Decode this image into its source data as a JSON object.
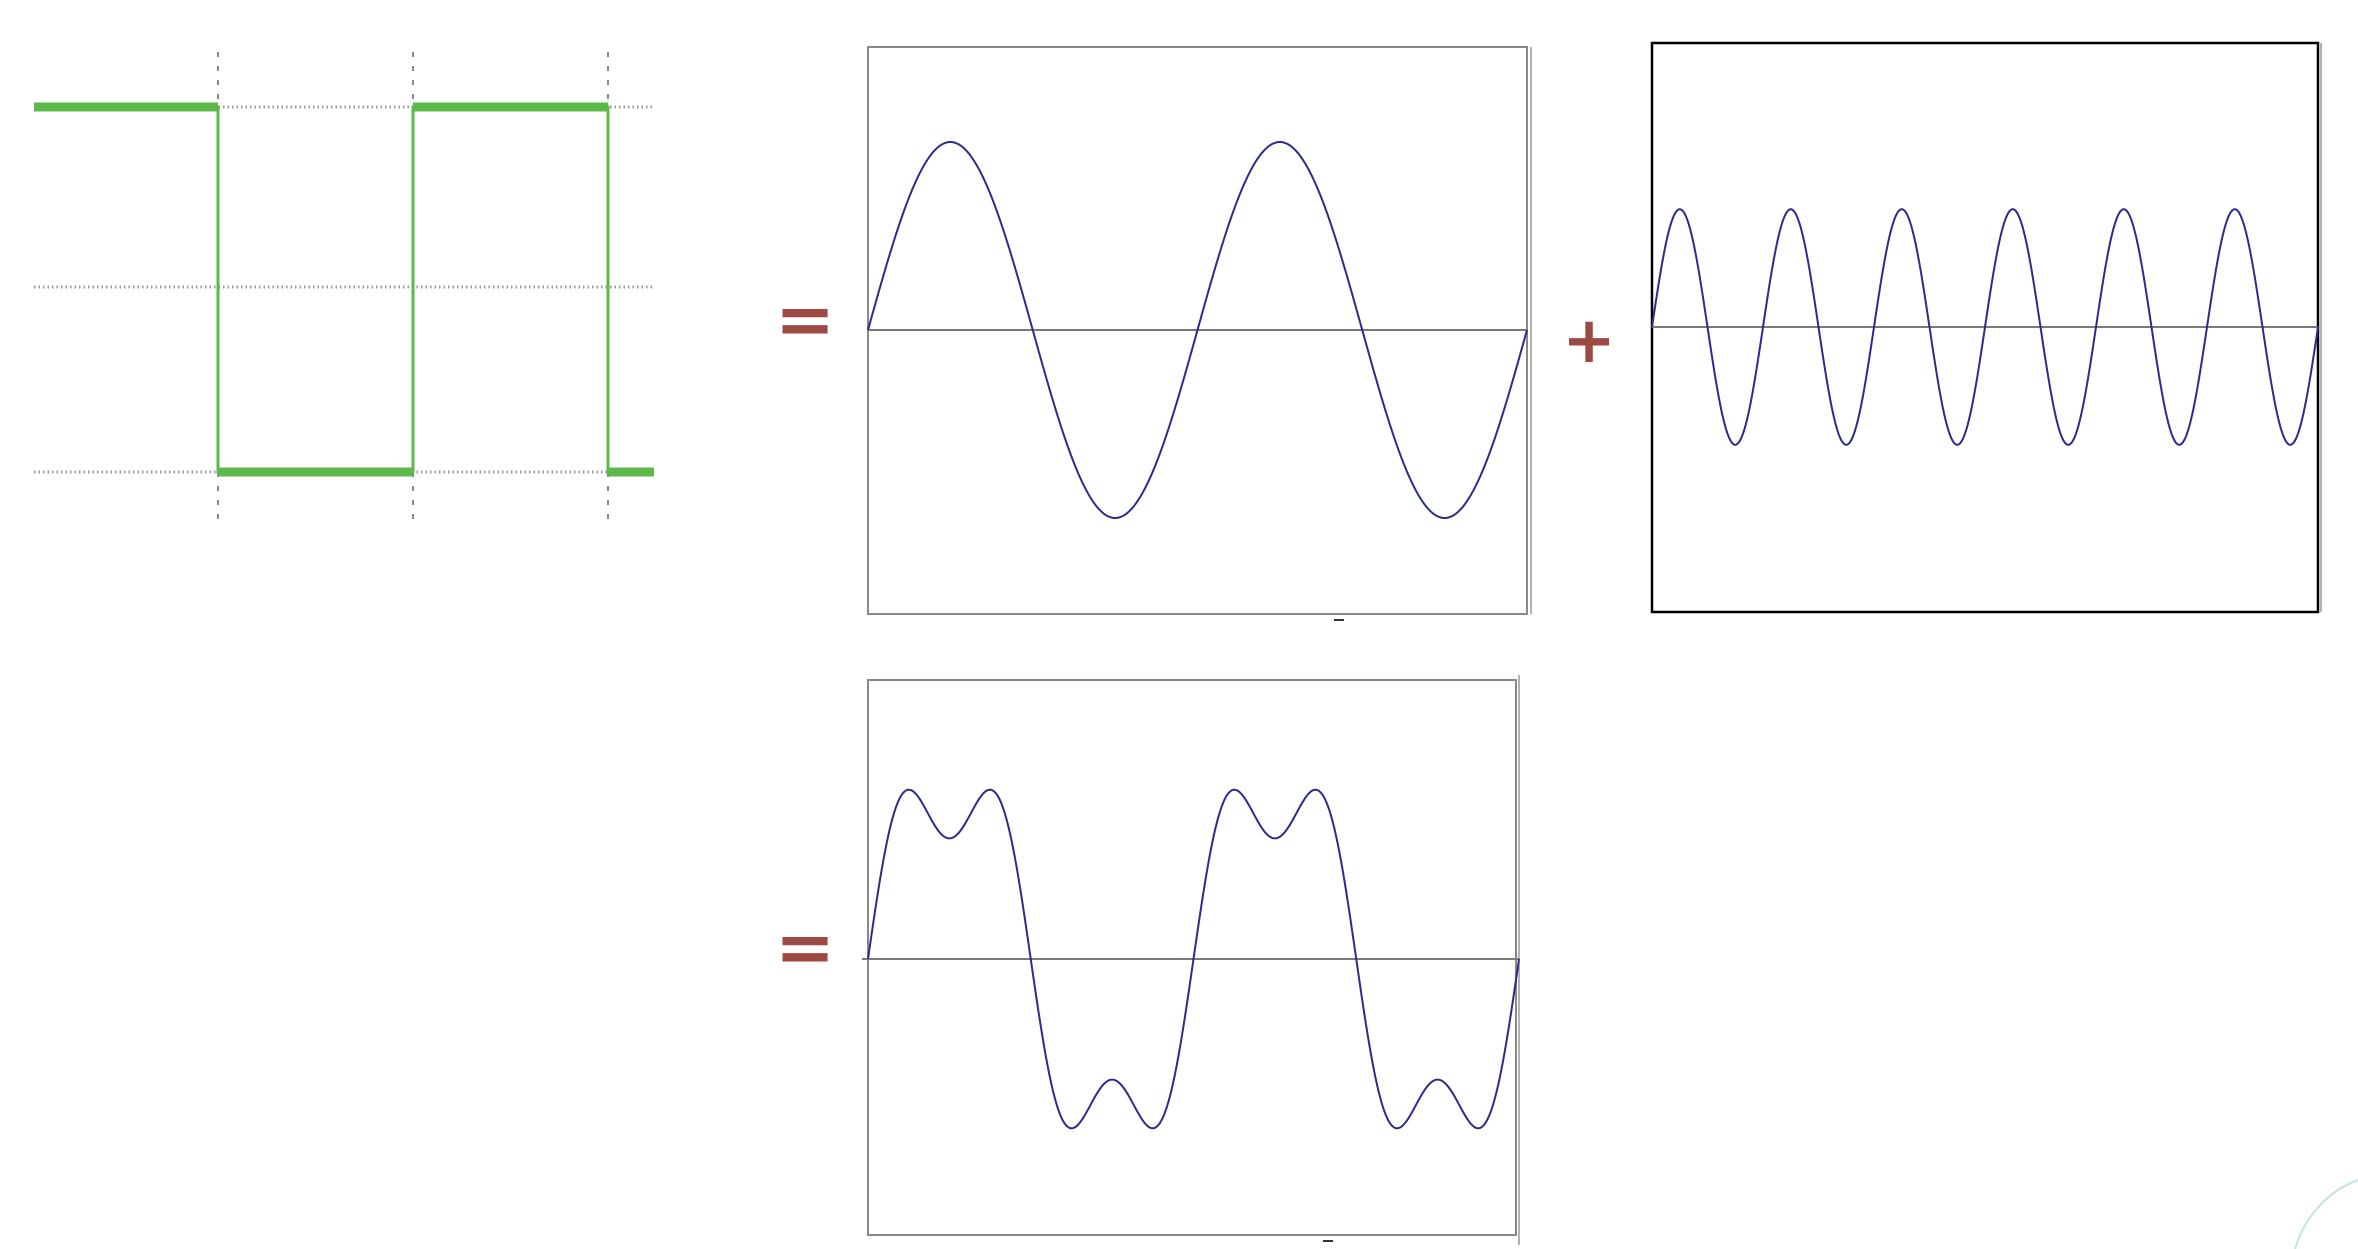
{
  "diagram": {
    "operators": [
      "=",
      "+",
      "="
    ],
    "colors": {
      "square_wave": "#5cb848",
      "sine": "#2c2c8a",
      "axis": "#7a7a7a",
      "frame": "#888888",
      "frame_dark": "#000000",
      "operator": "#9e4a44"
    },
    "square_wave": {
      "cycles": 1.5,
      "levels": [
        1,
        -1
      ]
    },
    "fundamental": {
      "frequency": 1,
      "amplitude": 1,
      "periods_shown": 2
    },
    "third_harmonic": {
      "frequency": 3,
      "amplitude": 0.62,
      "periods_shown": 6
    },
    "sum": {
      "terms": [
        {
          "frequency": 1,
          "amplitude": 1
        },
        {
          "frequency": 3,
          "amplitude": 0.33
        }
      ],
      "periods_shown": 2
    }
  }
}
